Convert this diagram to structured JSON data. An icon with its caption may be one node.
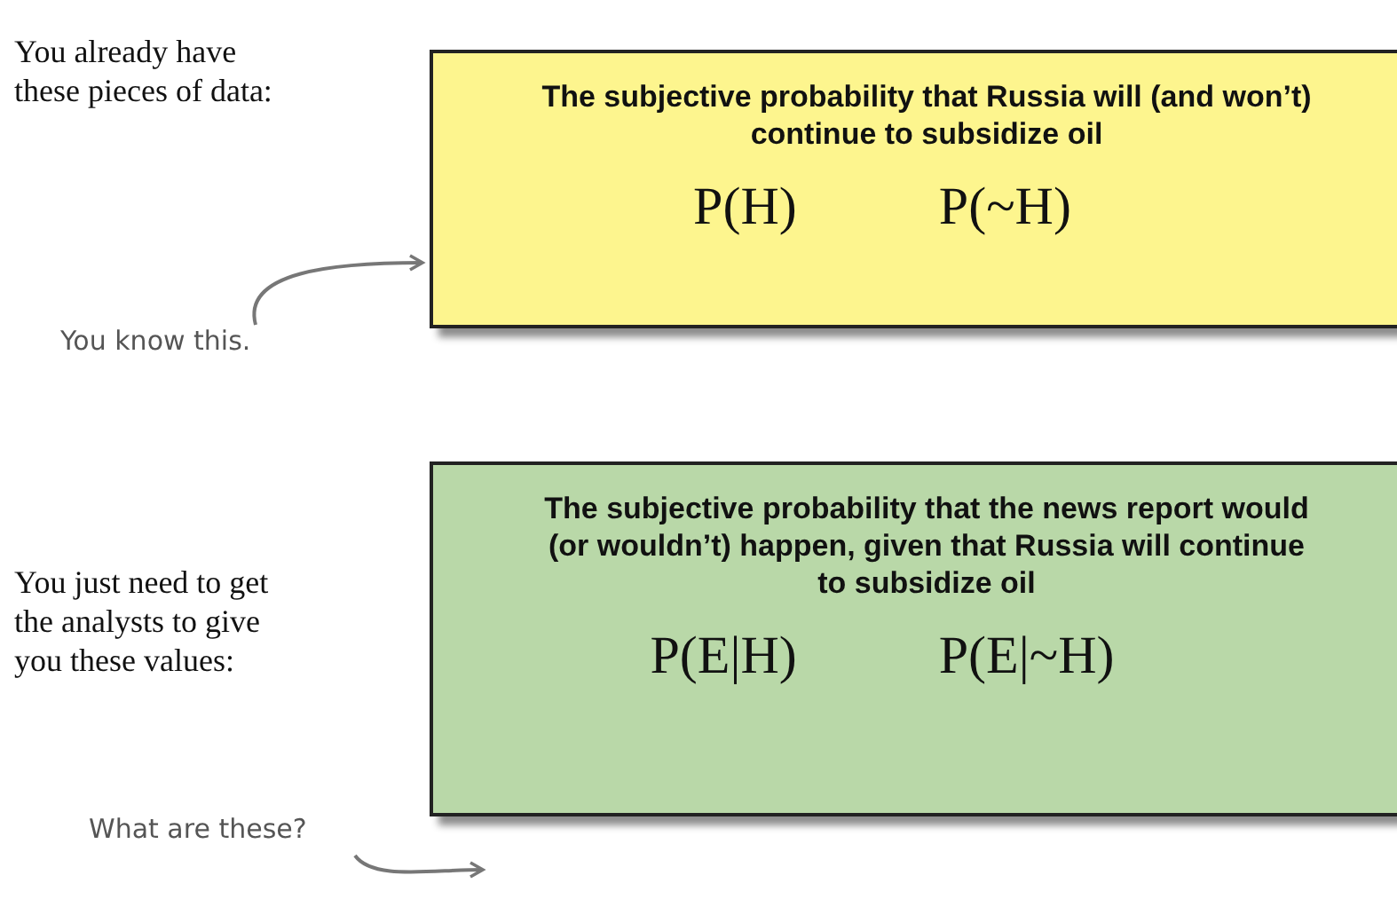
{
  "diagram": {
    "nodes": [
      {
        "text": [
          "The subjective probability that Russia will (and won’t) continue to subsidize oil",
          "P(H)",
          "P(~H)"
        ]
      },
      {
        "text": [
          "The subjective probability that the news report would (or wouldn’t) happen, given that Russia will continue to subsidize oil",
          "P(E|H)",
          "P(E|~H)"
        ]
      },
      {
        "text": [
          "You know this."
        ]
      },
      {
        "text": [
          "What are these?"
        ]
      }
    ],
    "edges": [
      {
        "from": 2,
        "to": 0,
        "arrow": "to"
      },
      {
        "from": 3,
        "to": null,
        "arrow": "to"
      }
    ],
    "labels": [
      "You already have these pieces of data:",
      "You just need to get the analysts to give you these values:"
    ]
  }
}
